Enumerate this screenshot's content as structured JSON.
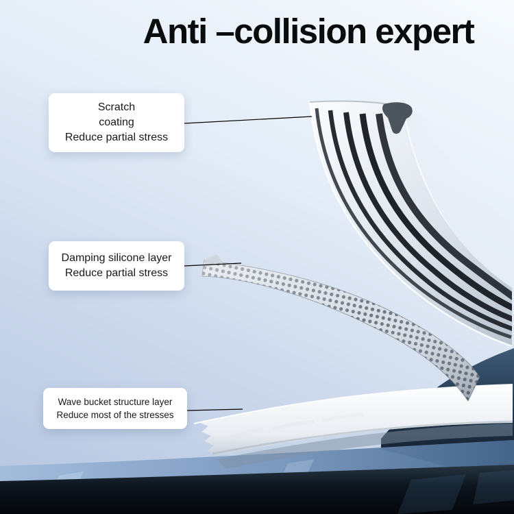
{
  "title": "Anti –collision expert",
  "callouts": [
    {
      "lines": [
        "Scratch",
        "coating",
        "Reduce partial stress"
      ]
    },
    {
      "lines": [
        "Damping silicone layer",
        "Reduce partial stress"
      ]
    },
    {
      "lines": [
        "Wave bucket structure layer",
        "Reduce most of the stresses"
      ]
    }
  ],
  "layers": [
    {
      "name": "scratch-coating-layer"
    },
    {
      "name": "damping-silicone-layer"
    },
    {
      "name": "wave-bucket-structure-layer"
    }
  ],
  "colors": {
    "background_top": "#f7fbfe",
    "background_bottom": "#b4c5e0",
    "callout_box": "#ffffff",
    "callout_text": "#17181a",
    "callout_line": "#000000",
    "title_text": "#0a0b0d",
    "chrome_stripe": "#22272e",
    "device_dark": "#04060a"
  }
}
